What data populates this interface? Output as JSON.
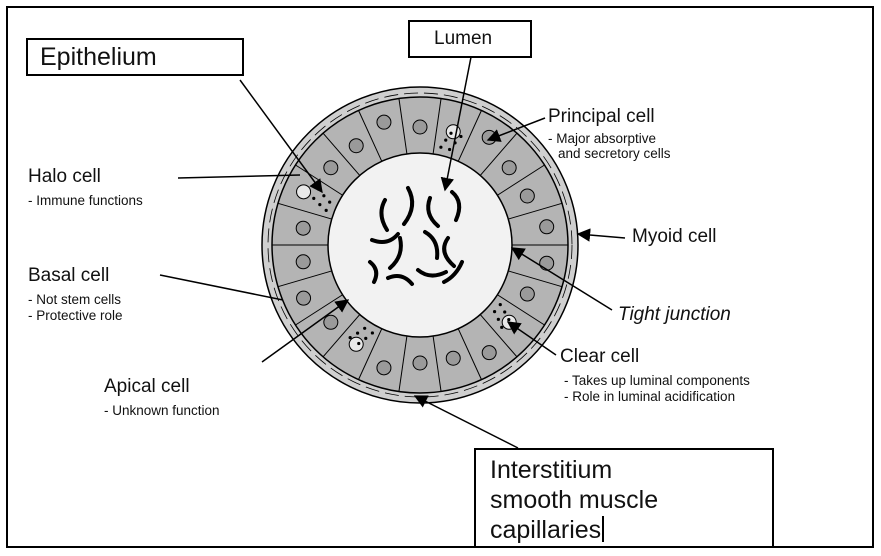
{
  "labels": {
    "epithelium": "Epithelium",
    "lumen": "Lumen",
    "principal_cell": "Principal cell",
    "principal_desc_1": "- Major absorptive",
    "principal_desc_2": "and secretory cells",
    "halo_cell": "Halo cell",
    "halo_desc": "- Immune functions",
    "myoid_cell": "Myoid cell",
    "basal_cell": "Basal cell",
    "basal_desc_1": "- Not stem cells",
    "basal_desc_2": "- Protective role",
    "tight_junction": "Tight junction",
    "clear_cell": "Clear cell",
    "clear_desc_1": "- Takes up luminal components",
    "clear_desc_2": "- Role in luminal acidification",
    "apical_cell": "Apical cell",
    "apical_desc": "- Unknown function",
    "interstitium_1": "Interstitium",
    "interstitium_2": "smooth muscle",
    "interstitium_3": "capillaries"
  },
  "colors": {
    "epithelium_fill": "#b4b4b4",
    "lumen_fill": "#f2f2f2",
    "stroke": "#000000"
  }
}
